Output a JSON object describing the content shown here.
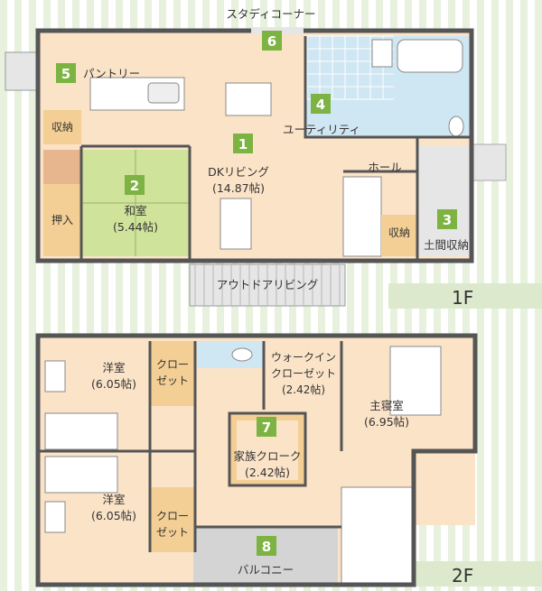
{
  "background": {
    "base": "#ffffff",
    "stripe": "#e7f1dd",
    "floor_band": "#dde9cd"
  },
  "colors": {
    "wall": "#555555",
    "floor": "#fbe3c8",
    "tatami": "#cfe39a",
    "wet": "#cfe6f3",
    "stair": "#ffffff",
    "storage": "#f3cf95",
    "balcony": "#d4d4d4",
    "entry": "#e6e6e6",
    "badge": "#7cb342",
    "genkan": "#f2c9a6"
  },
  "floors": [
    {
      "label": "1F"
    },
    {
      "label": "2F"
    }
  ],
  "rooms_1f": [
    {
      "num": "1",
      "name": "DKリビング",
      "sub": "(14.87帖)"
    },
    {
      "num": "2",
      "name": "和室",
      "sub": "(5.44帖)"
    },
    {
      "num": "3",
      "name": "土間収納",
      "sub": ""
    },
    {
      "num": "4",
      "name": "ユーティリティ",
      "sub": ""
    },
    {
      "num": "5",
      "name": "パントリー",
      "sub": ""
    },
    {
      "num": "6",
      "name": "スタディコーナー",
      "sub": ""
    }
  ],
  "labels_1f": {
    "storage1": "収納",
    "oshiire": "押入",
    "hall": "ホール",
    "storage2": "収納",
    "outdoor": "アウトドアリビング"
  },
  "rooms_2f": [
    {
      "num": "7",
      "name": "家族クローク",
      "sub": "(2.42帖)"
    },
    {
      "num": "8",
      "name": "バルコニー",
      "sub": ""
    }
  ],
  "labels_2f": {
    "western1": "洋室",
    "western1_size": "(6.05帖)",
    "western2": "洋室",
    "western2_size": "(6.05帖)",
    "closet": "クロー",
    "closet2": "ゼット",
    "closet_b": "クロー",
    "closet_b2": "ゼット",
    "wic": "ウォークイン",
    "wic2": "クローゼット",
    "wic_size": "(2.42帖)",
    "master": "主寝室",
    "master_size": "(6.95帖)"
  }
}
